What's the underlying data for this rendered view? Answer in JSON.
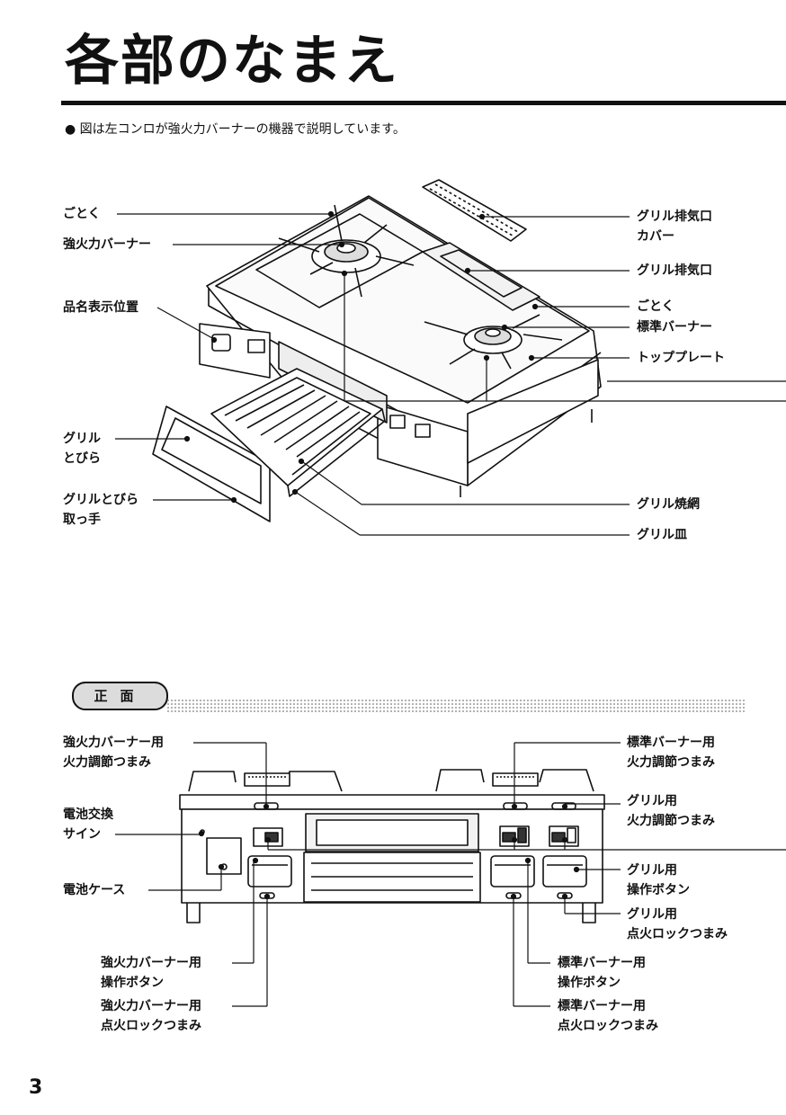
{
  "page": {
    "title": "各部のなまえ",
    "note": "● 図は左コンロが強火力バーナーの機器で説明しています。",
    "page_number": "3"
  },
  "top_labels": {
    "gotoku_left": "ごとく",
    "strong_burner": "強火力バーナー",
    "model_label_position": "品名表示位置",
    "grill_door": "グリル\nとびら",
    "grill_door_handle": "グリルとびら\n取っ手",
    "grill_vent_cover": "グリル排気口\nカバー",
    "grill_vent": "グリル排気口",
    "gotoku_right": "ごとく",
    "standard_burner": "標準バーナー",
    "top_plate": "トッププレート",
    "grill_net": "グリル焼網",
    "grill_tray": "グリル皿"
  },
  "front_section": {
    "tab": "正面",
    "labels": {
      "strong_knob": "強火力バーナー用\n火力調節つまみ",
      "battery_sign": "電池交換\nサイン",
      "battery_case": "電池ケース",
      "strong_button": "強火力バーナー用\n操作ボタン",
      "strong_lock": "強火力バーナー用\n点火ロックつまみ",
      "standard_knob": "標準バーナー用\n火力調節つまみ",
      "grill_knob": "グリル用\n火力調節つまみ",
      "grill_button": "グリル用\n操作ボタン",
      "grill_lock": "グリル用\n点火ロックつまみ",
      "standard_button": "標準バーナー用\n操作ボタン",
      "standard_lock": "標準バーナー用\n点火ロックつまみ"
    }
  }
}
